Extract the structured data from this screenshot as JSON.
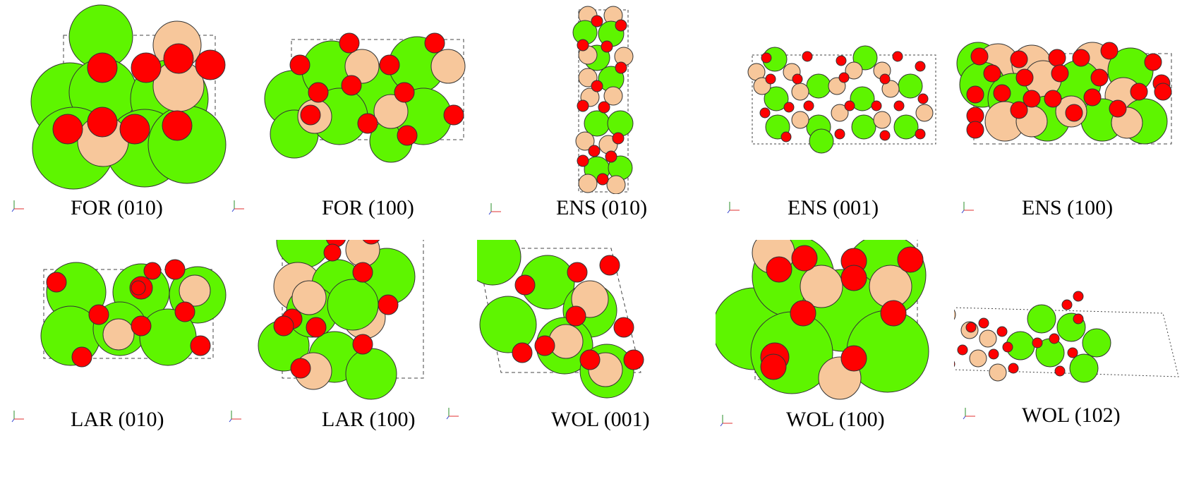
{
  "colors": {
    "green": "#5ef500",
    "peach": "#f7c79b",
    "red": "#ff0000",
    "cell": "#444444"
  },
  "panels": [
    {
      "label": "FOR (010)",
      "icon": "axes-icon"
    },
    {
      "label": "FOR (100)",
      "icon": "axes-icon"
    },
    {
      "label": "ENS (010)",
      "icon": "axes-icon"
    },
    {
      "label": "ENS (001)",
      "icon": "axes-icon"
    },
    {
      "label": "ENS (100)",
      "icon": "axes-icon"
    },
    {
      "label": "LAR (010)",
      "icon": "axes-icon"
    },
    {
      "label": "LAR (100)",
      "icon": "axes-icon"
    },
    {
      "label": "WOL (001)",
      "icon": "axes-icon"
    },
    {
      "label": "WOL (100)",
      "icon": "axes-icon"
    },
    {
      "label": "WOL (102)",
      "icon": "axes-icon"
    }
  ]
}
